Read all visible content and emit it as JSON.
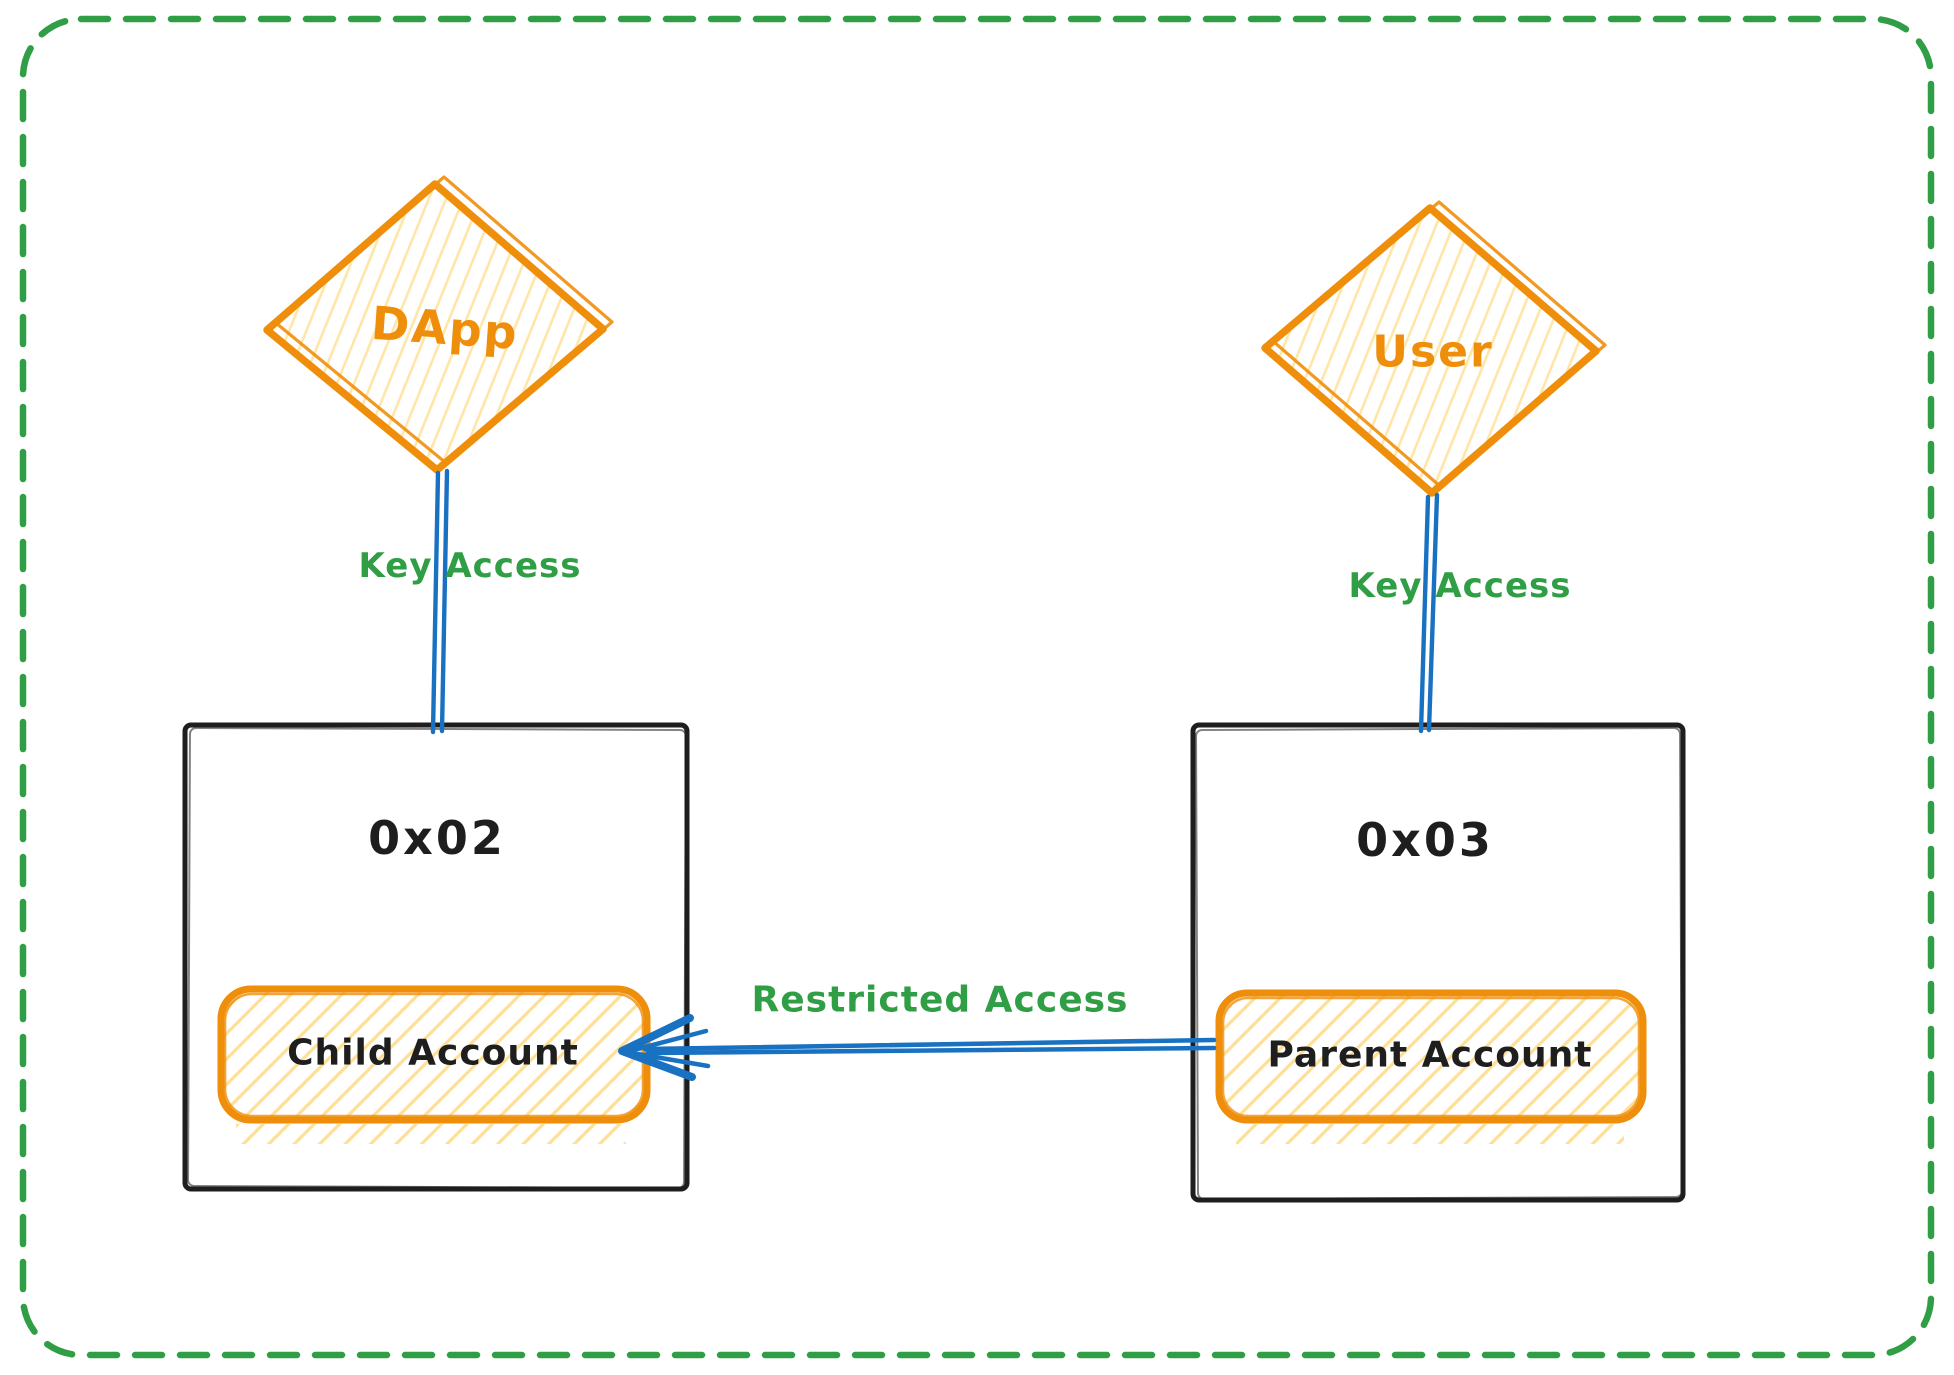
{
  "diagram": {
    "nodes": {
      "dapp": {
        "label": "DApp"
      },
      "user": {
        "label": "User"
      },
      "account_left": {
        "address": "0x02",
        "inner_label": "Child Account"
      },
      "account_right": {
        "address": "0x03",
        "inner_label": "Parent Account"
      }
    },
    "edges": {
      "dapp_to_left": {
        "label": "Key Access"
      },
      "user_to_right": {
        "label": "Key Access"
      },
      "right_to_left": {
        "label": "Restricted Access"
      }
    },
    "colors": {
      "accent_orange": "#f08c00",
      "hatch_yellow": "#ffdf96",
      "green": "#2f9e44",
      "blue": "#1971c2",
      "ink": "#1e1e1e",
      "background": "#ffffff"
    }
  }
}
